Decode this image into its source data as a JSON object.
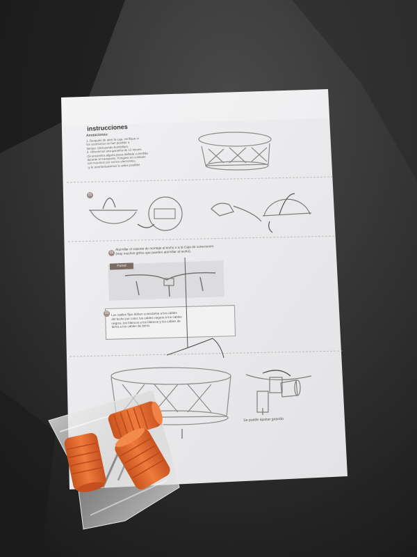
{
  "sheet": {
    "title": "instrucciones",
    "notes_heading": "Anotaciones:",
    "notes": [
      "1. Después de abrir la caja, verifique si",
      "los accesorios se han perdido a",
      "tiempo. (incluyendo bombillas).",
      "2. Ofrecemos una garantía de 12 meses.",
      "(Si encuentra alguna pieza dañada o perdida",
      "durante el transporte, Póngase en contacto",
      "con nosotros por correo electrónico,",
      "¡y le reembolsaremos lo antes posible!"
    ],
    "step1_badge": "01",
    "step2_badge": "02",
    "step2_text": [
      "Atornillar el soporte de montaje al techo o a la Caja de conexiones.",
      "(Hay muchos grifos que pueden atornillar al techo)."
    ],
    "step2_tag": "Pared",
    "step3_badge": "03",
    "wiring_note": [
      "Los cables fijos deben conectarse a los cables",
      "del techo por color, los cables negros a los cables",
      "negros, los blancos a los blancos y los cables de",
      "tierra a los cables de tierra."
    ],
    "adjust_caption": "Se puede ajustar girando"
  },
  "colors": {
    "background": "#2c2c2c",
    "paper": "#ecebec",
    "wire_nut": "#e06a30",
    "diagram_line": "#7a7a7a"
  }
}
